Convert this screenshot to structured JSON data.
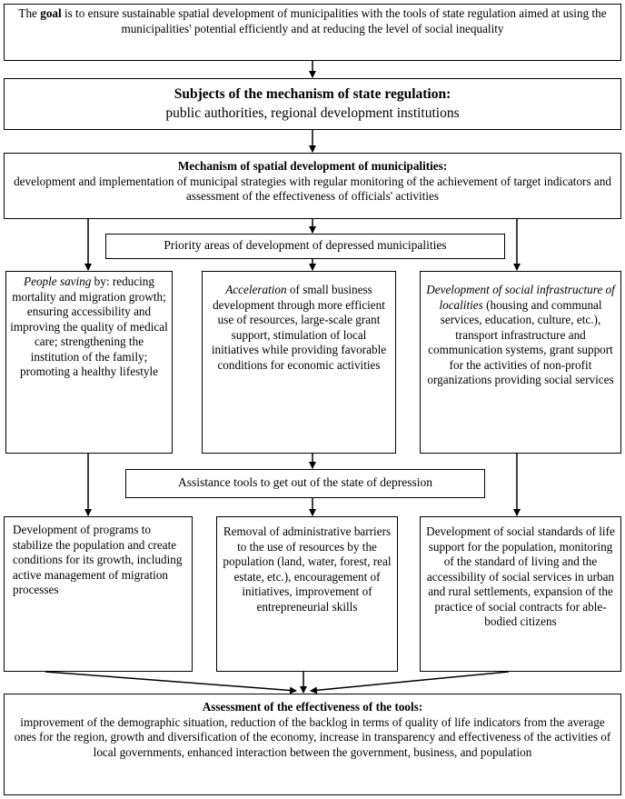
{
  "goal": {
    "prefix": "The ",
    "bold_word": "goal",
    "text": " is to ensure sustainable spatial development of municipalities with the tools of state regulation aimed at using the municipalities' potential efficiently and at reducing the level of social inequality"
  },
  "subjects": {
    "heading": "Subjects of the mechanism of state regulation:",
    "text": "public authorities, regional development institutions"
  },
  "mechanism": {
    "heading": "Mechanism of spatial development of municipalities:",
    "text": "development and implementation of municipal strategies with regular monitoring of the achievement of target indicators and assessment of the effectiveness of officials' activities"
  },
  "priority_label": "Priority areas of development of depressed municipalities",
  "areas": {
    "people": {
      "lead": "People saving",
      "rest": " by: reducing mortality and migration growth; ensuring accessibility and improving the quality of medical care; strengthening the institution of the family; promoting a healthy lifestyle"
    },
    "business": {
      "lead": "Acceleration",
      "rest": " of small business development through more efficient use of resources, large-scale grant support, stimulation of local initiatives while providing favorable conditions for economic activities"
    },
    "infra": {
      "lead": "Development of social infrastructure of localities",
      "rest": " (housing and communal services, education, culture, etc.), transport infrastructure and communication systems, grant support for the activities of non-profit organizations providing social services"
    }
  },
  "tools_label": "Assistance tools to get out of the state of depression",
  "tools": {
    "population": "Development of programs to stabilize the population and create conditions for its growth, including active management of migration processes",
    "barriers": "Removal of administrative barriers to the use of resources by the population (land, water, forest, real estate, etc.), encouragement of initiatives, improvement of entrepreneurial skills",
    "standards": "Development of social standards of life support for the population, monitoring of the standard of living and the accessibility of social services in urban and rural settlements, expansion of the practice of social contracts for able-bodied citizens"
  },
  "assessment": {
    "heading": "Assessment of the effectiveness of the tools:",
    "text": "improvement of the demographic situation, reduction of the backlog in terms of quality of life indicators from the average ones for the region, growth and diversification of the economy, increase in transparency and effectiveness of the activities of local governments, enhanced interaction between the government, business, and population"
  }
}
